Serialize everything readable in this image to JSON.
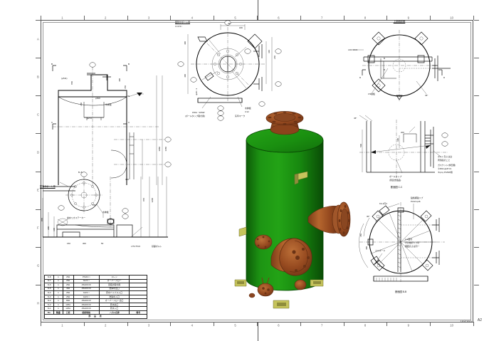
{
  "sheet": {
    "unit_label": "Unit:mm",
    "size_label": "A2",
    "zones_top": [
      "1",
      "2",
      "3",
      "4",
      "5",
      "6",
      "7",
      "8",
      "9",
      "10"
    ],
    "zones_left": [
      "A",
      "B",
      "C",
      "D",
      "E",
      "F",
      "G",
      "H"
    ],
    "zones_bottom": [
      "1",
      "2",
      "3",
      "4",
      "5",
      "6",
      "7",
      "8",
      "9",
      "10"
    ]
  },
  "views": {
    "elevation": {
      "title": "",
      "section_marks": [
        "B",
        "B",
        "C",
        "C"
      ],
      "labels": [
        {
          "text": "(φ511)"
        },
        {
          "text": "φ508"
        },
        {
          "text": "φ273"
        },
        {
          "text": "水抹板"
        },
        {
          "text": "t=9"
        },
        {
          "text": "t=12"
        }
      ],
      "dims": [
        "1200",
        "860",
        "400",
        "250",
        "150",
        "1880",
        "1680",
        "870",
        "655",
        "200",
        "100",
        "80",
        "35"
      ]
    },
    "plan_top": {
      "caption1": "配管サポート用",
      "caption1b": "C=4.5□",
      "caption2": "水抹板",
      "caption2b": "t=12",
      "caption3": "150A・20SW",
      "caption3b": "(ボールタップ取付用)",
      "caption4": "矢印マーク",
      "balloons": [
        "B-1",
        "B-2",
        "B-3",
        "B-4",
        "C-1",
        "C-2",
        "C-3",
        "A-1",
        "A-2",
        "A-3"
      ],
      "dims": [
        "180",
        "400",
        "400",
        "340",
        "300",
        "260",
        "45°",
        "45°"
      ]
    },
    "plan_bottom": {
      "caption1": "配管サポート用",
      "caption2": "水抹板",
      "caption3": "金めっきステーカー",
      "caption4": "L75×75×6",
      "caption5": "基礎ボルト",
      "dims": [
        "150",
        "200",
        "400",
        "870",
        "1200",
        "80",
        "50",
        "30"
      ]
    },
    "detail_upper_right": {
      "title": "上部面詳細",
      "caption1": "L30×30×3",
      "caption2": "t=9鉄板",
      "balloons": [
        "A-1",
        "A-2"
      ],
      "dims": [
        "45°",
        "600",
        "300"
      ]
    },
    "detail_mid_right": {
      "title": "断面図 C-C",
      "caption1": "ボールタップ",
      "caption2": "(別途支給品)",
      "caption3": "ボルト孔には全",
      "caption4": "周溶接のこと",
      "caption5": "ガスケット(非石綿)",
      "caption6": "①350×φ187×3",
      "caption7": "②φ×φ PG508用",
      "balloons": [
        "D-1",
        "D-2"
      ],
      "dims": [
        "100",
        "200",
        "500"
      ]
    },
    "detail_lower_right": {
      "title": "断面図 B-B",
      "caption1": "點植補強リブ",
      "caption2": "PL32×φ16",
      "caption3": "A-1面付",
      "caption4": "その他のリブの",
      "caption5": "側面高さは同一",
      "caption6": "エルボード",
      "balloons": [
        "E-1",
        "E-2",
        "E-3"
      ],
      "dims": [
        "45°",
        "30°",
        "400",
        "450"
      ]
    }
  },
  "parts_table": {
    "title": "部 品 表",
    "columns": [
      "No.",
      "数量",
      "口径",
      "接続規格",
      "ノズル名称",
      "備考"
    ],
    "rows": [
      {
        "no": "N-8",
        "qty": "1",
        "size": "25A",
        "spec": "PS3/4 □",
        "name": "ドレン",
        "note": ""
      },
      {
        "no": "N-7",
        "qty": "1",
        "size": "25A",
        "spec": "G1/2 □",
        "name": "オーバーフロー",
        "note": ""
      },
      {
        "no": "N-6",
        "qty": "1",
        "size": "25A",
        "spec": "JIS10K FF",
        "name": "温度計取付用",
        "note": ""
      },
      {
        "no": "N-5",
        "qty": "1",
        "size": "40A",
        "spec": "JIS10K FF",
        "name": "洗浄水出口",
        "note": ""
      },
      {
        "no": "N-4",
        "qty": "1",
        "size": "25A",
        "spec": "G3/4 □",
        "name": "原水バイパス入口",
        "note": ""
      },
      {
        "no": "N-3",
        "qty": "1",
        "size": "25A",
        "spec": "G3/4 □",
        "name": "洗浄水入口",
        "note": ""
      },
      {
        "no": "N-2",
        "qty": "1",
        "size": "80A",
        "spec": "JIS10K FF",
        "name": "オーバーフロー出口",
        "note": ""
      },
      {
        "no": "N-2",
        "qty": "1",
        "size": "125A",
        "spec": "JIS10K FF",
        "name": "原水出口",
        "note": ""
      },
      {
        "no": "N-1",
        "qty": "1",
        "size": "125A",
        "spec": "JIS10K FF",
        "name": "原水入口",
        "note": ""
      }
    ],
    "header_row": {
      "no": "No.",
      "qty": "数量",
      "size": "口径",
      "spec": "接続規格",
      "name": "ノズル名称",
      "note": "備考"
    }
  },
  "model_3d": {
    "name": "pressure-vessel-3d",
    "body_color": "#1a8a12",
    "body_color_dark": "#0c5c08",
    "nozzle_color": "#a0552a",
    "nozzle_color_dark": "#73391a",
    "lug_color": "#b5b34a",
    "components": [
      {
        "label": "top-manway-flange"
      },
      {
        "label": "side-nozzle-flange"
      },
      {
        "label": "lower-manway"
      },
      {
        "label": "small-nozzle-upper"
      },
      {
        "label": "small-nozzle-lower"
      },
      {
        "label": "support-lug"
      },
      {
        "label": "base-plate"
      }
    ]
  }
}
